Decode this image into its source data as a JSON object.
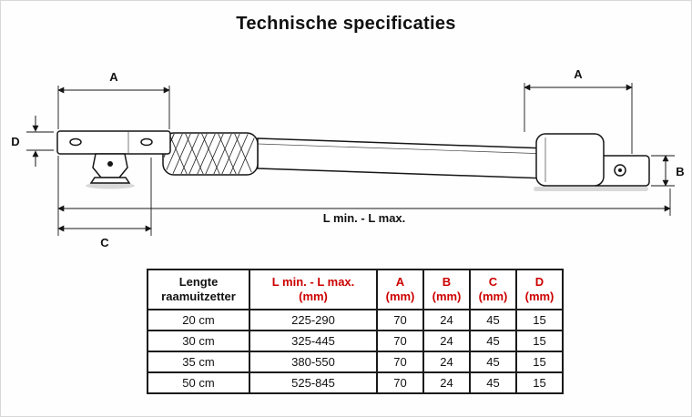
{
  "page": {
    "title": "Technische specificaties"
  },
  "diagram": {
    "labels": {
      "a_left": "A",
      "a_right": "A",
      "b": "B",
      "c": "C",
      "d": "D",
      "length": "L min. - L max."
    }
  },
  "table": {
    "headers": [
      {
        "text": "Lengte\nraamuitzetter",
        "color": "#111111"
      },
      {
        "text": "L min. - L max.\n(mm)",
        "color": "#cc0000"
      },
      {
        "text": "A\n(mm)",
        "color": "#cc0000"
      },
      {
        "text": "B\n(mm)",
        "color": "#cc0000"
      },
      {
        "text": "C\n(mm)",
        "color": "#cc0000"
      },
      {
        "text": "D\n(mm)",
        "color": "#cc0000"
      }
    ],
    "rows": [
      [
        "20 cm",
        "225-290",
        "70",
        "24",
        "45",
        "15"
      ],
      [
        "30 cm",
        "325-445",
        "70",
        "24",
        "45",
        "15"
      ],
      [
        "35 cm",
        "380-550",
        "70",
        "24",
        "45",
        "15"
      ],
      [
        "50 cm",
        "525-845",
        "70",
        "24",
        "45",
        "15"
      ]
    ]
  },
  "colors": {
    "accent_red": "#cc0000",
    "line_black": "#161616",
    "shadow_gray": "#c9c9c9"
  }
}
